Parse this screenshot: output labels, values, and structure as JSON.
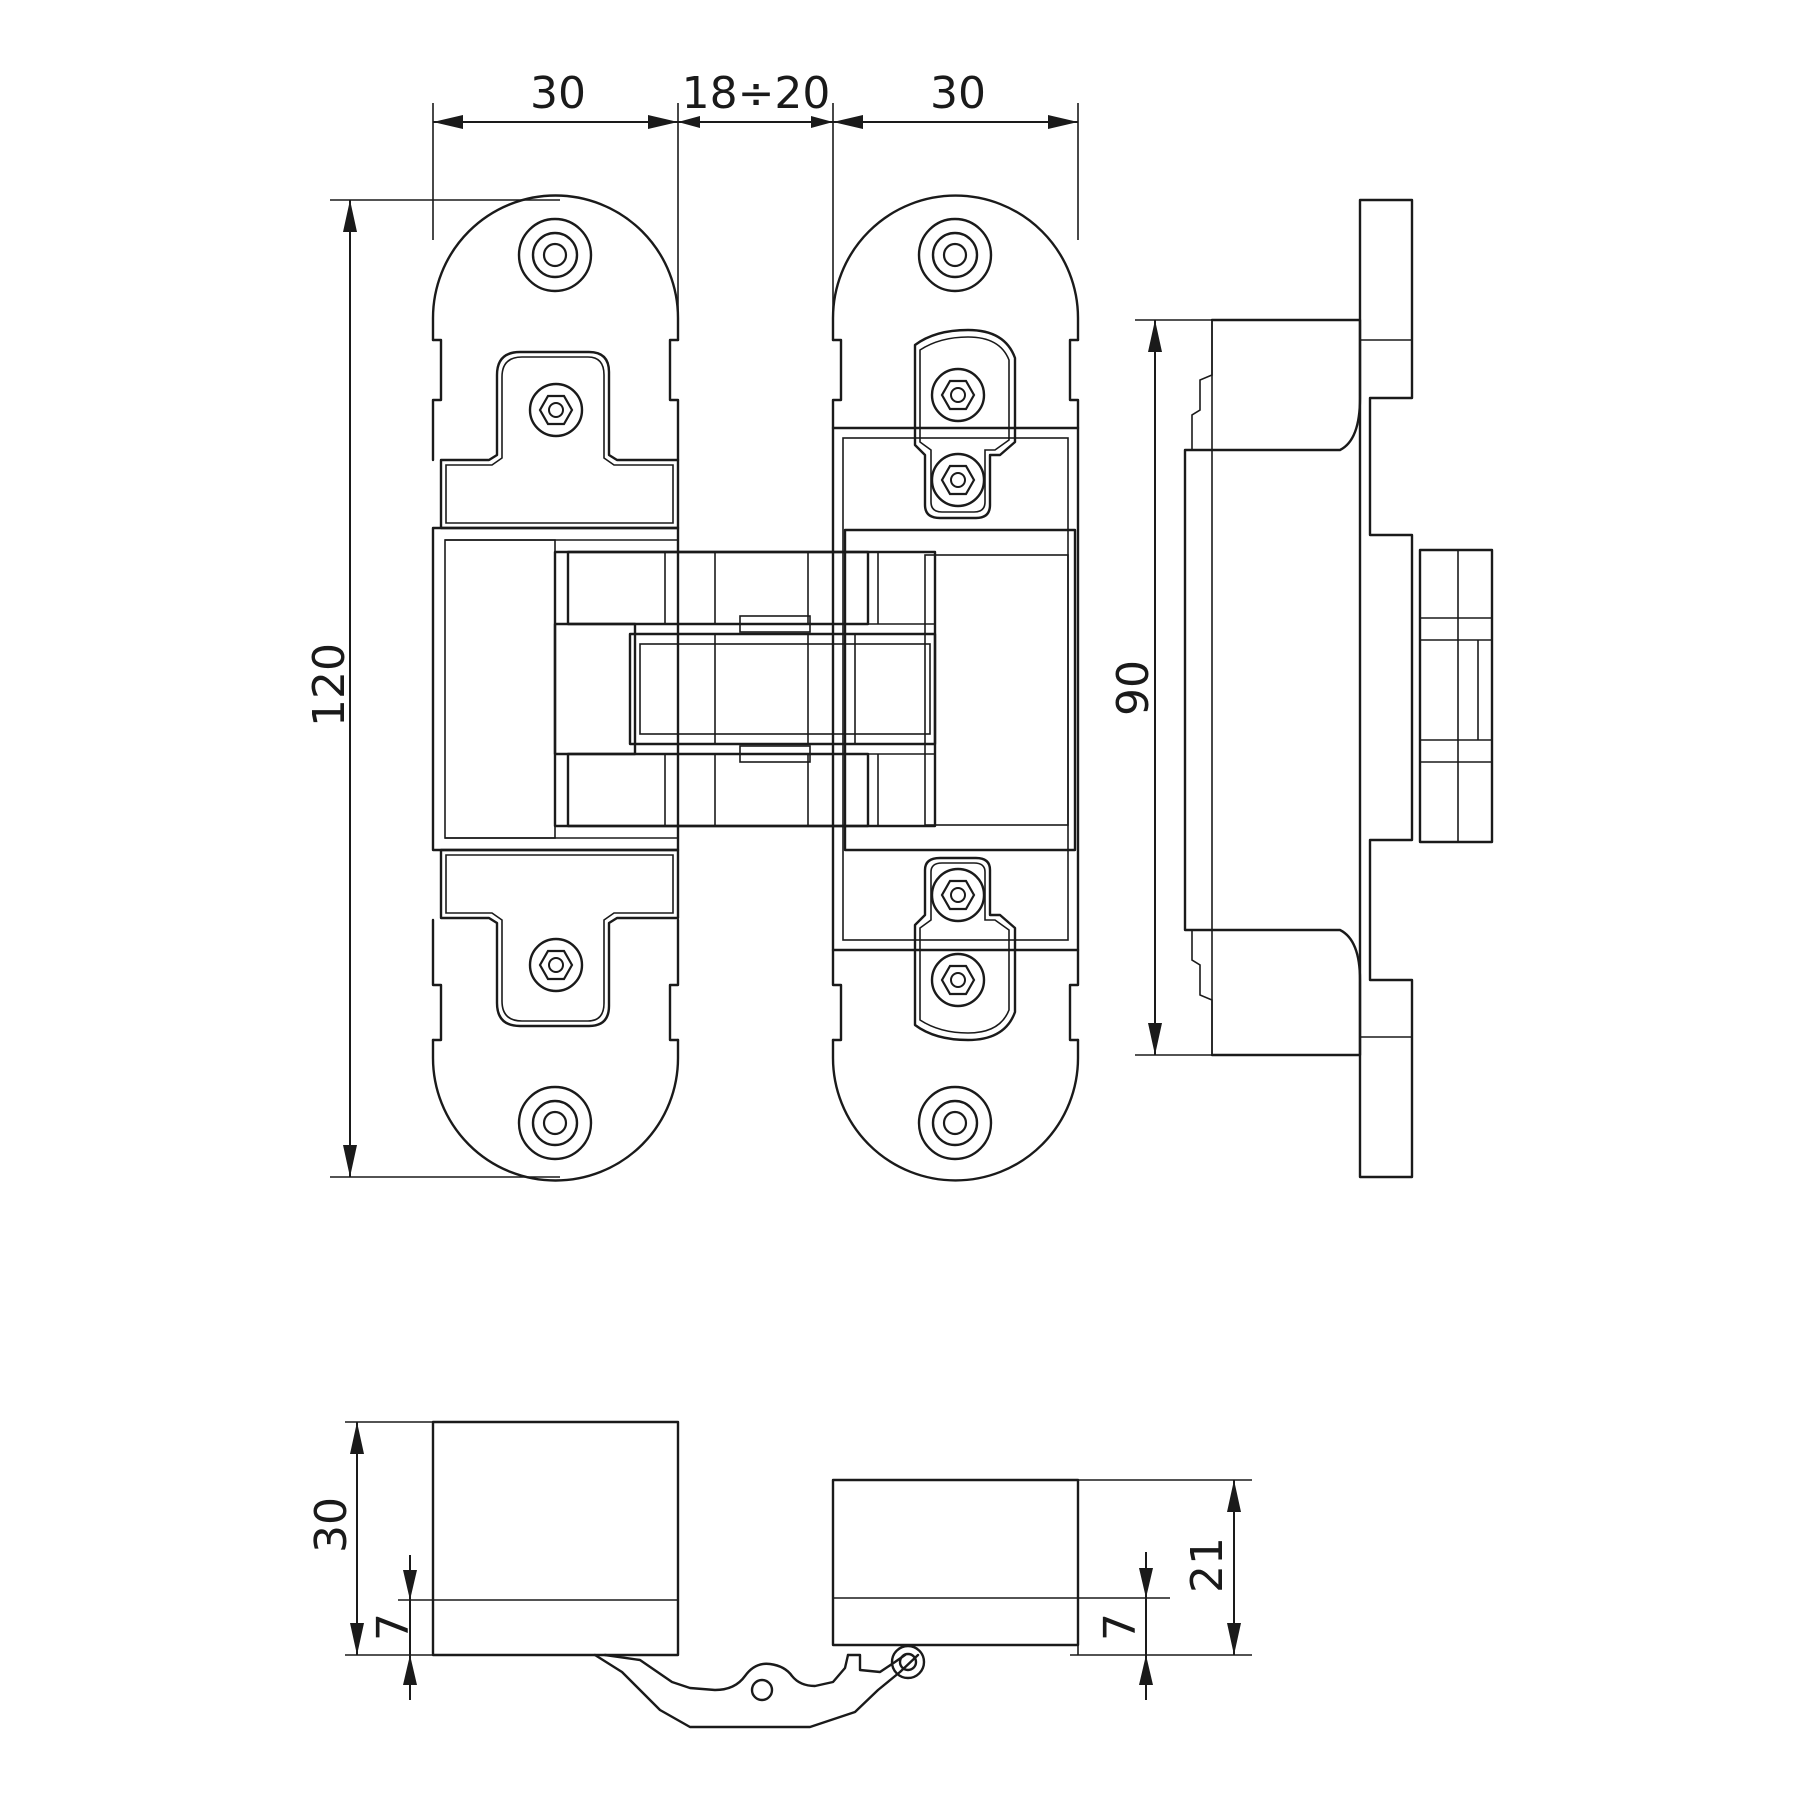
{
  "front_view": {
    "dims": {
      "left_leaf_width": "30",
      "gap": "18÷20",
      "right_leaf_width": "30",
      "height": "120"
    }
  },
  "side_view": {
    "dims": {
      "body_height": "90"
    }
  },
  "bottom_view": {
    "dims": {
      "left_depth": "30",
      "left_offset": "7",
      "right_depth": "21",
      "right_offset": "7"
    }
  }
}
